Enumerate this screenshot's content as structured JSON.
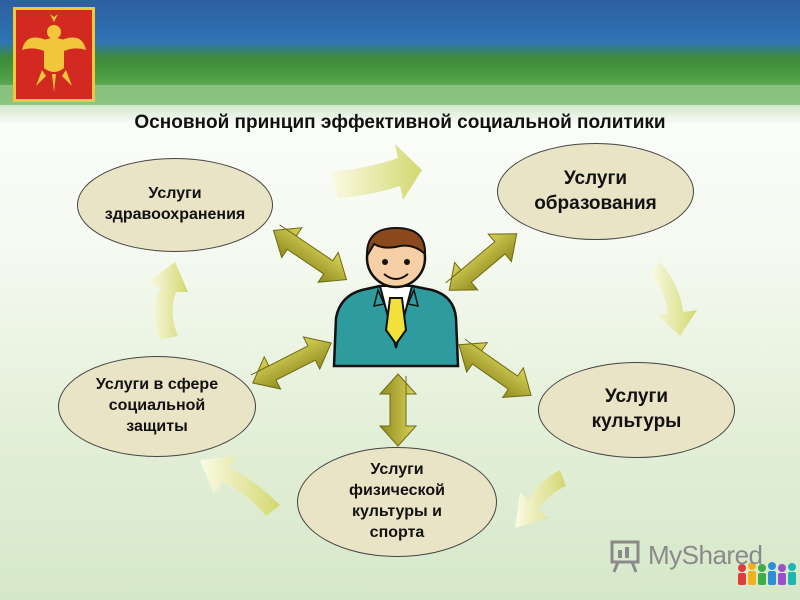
{
  "title": "Основной принцип эффективной социальной политики",
  "nodes": {
    "health": "Услуги здравоохранения",
    "education": "Услуги образования",
    "culture": "Услуги культуры",
    "sport": "Услуги физической культуры и спорта",
    "social": "Услуги в сфере социальной защиты"
  },
  "watermark": "MyShared",
  "colors": {
    "oval_fill": "#eae4c6",
    "arrow_fill": "#b9b32e",
    "cycle_arrow": "#d8dc7a",
    "person_jacket": "#2e9c9e",
    "tie": "#f2e13a"
  },
  "icons": [
    "coat-of-arms-icon",
    "person-icon",
    "presentation-board-icon",
    "people-icon"
  ]
}
